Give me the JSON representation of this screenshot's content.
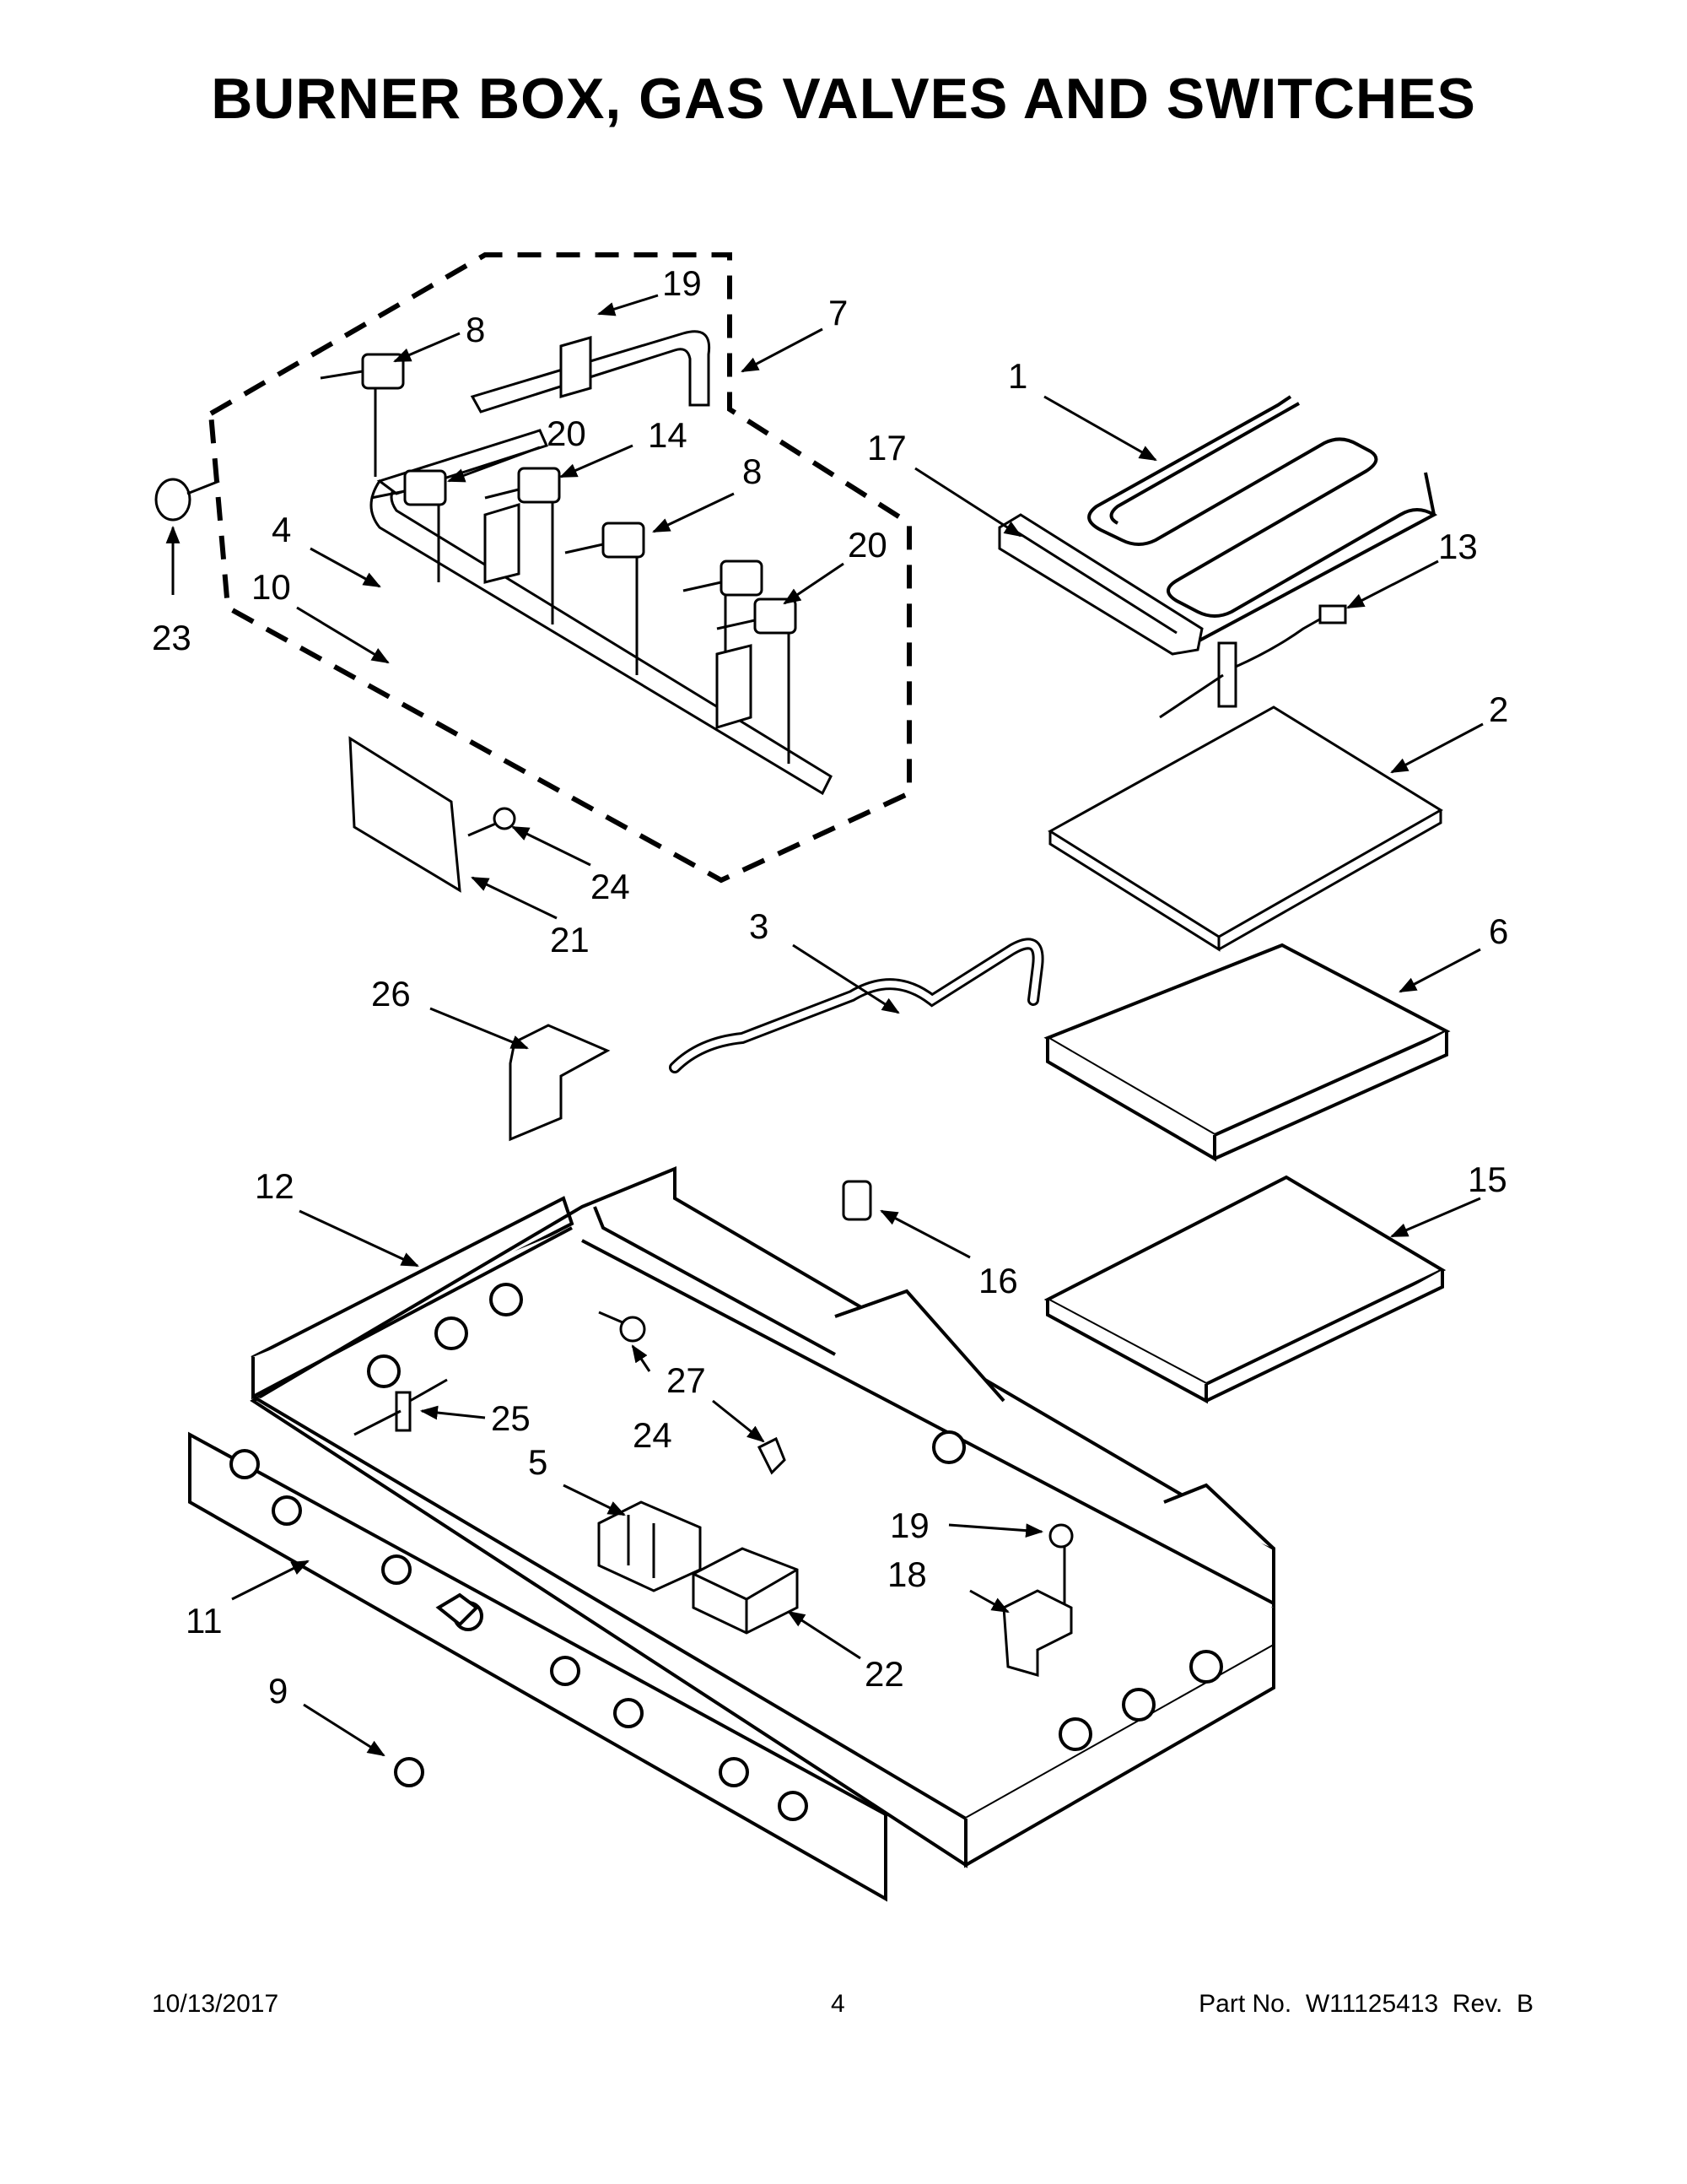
{
  "title": "BURNER BOX, GAS VALVES AND SWITCHES",
  "footer": {
    "date": "10/13/2017",
    "page": "4",
    "part": "Part No.  W11125413  Rev.  B"
  },
  "callouts": [
    {
      "id": "c1",
      "label": "1"
    },
    {
      "id": "c2",
      "label": "2"
    },
    {
      "id": "c3",
      "label": "3"
    },
    {
      "id": "c4",
      "label": "4"
    },
    {
      "id": "c5",
      "label": "5"
    },
    {
      "id": "c6",
      "label": "6"
    },
    {
      "id": "c7",
      "label": "7"
    },
    {
      "id": "c8a",
      "label": "8"
    },
    {
      "id": "c8b",
      "label": "8"
    },
    {
      "id": "c9",
      "label": "9"
    },
    {
      "id": "c10",
      "label": "10"
    },
    {
      "id": "c11",
      "label": "11"
    },
    {
      "id": "c12",
      "label": "12"
    },
    {
      "id": "c13",
      "label": "13"
    },
    {
      "id": "c14",
      "label": "14"
    },
    {
      "id": "c15",
      "label": "15"
    },
    {
      "id": "c16",
      "label": "16"
    },
    {
      "id": "c17",
      "label": "17"
    },
    {
      "id": "c18",
      "label": "18"
    },
    {
      "id": "c19a",
      "label": "19"
    },
    {
      "id": "c19b",
      "label": "19"
    },
    {
      "id": "c20a",
      "label": "20"
    },
    {
      "id": "c20b",
      "label": "20"
    },
    {
      "id": "c21",
      "label": "21"
    },
    {
      "id": "c22",
      "label": "22"
    },
    {
      "id": "c23",
      "label": "23"
    },
    {
      "id": "c24a",
      "label": "24"
    },
    {
      "id": "c24b",
      "label": "24"
    },
    {
      "id": "c25",
      "label": "25"
    },
    {
      "id": "c26",
      "label": "26"
    },
    {
      "id": "c27",
      "label": "27"
    }
  ]
}
